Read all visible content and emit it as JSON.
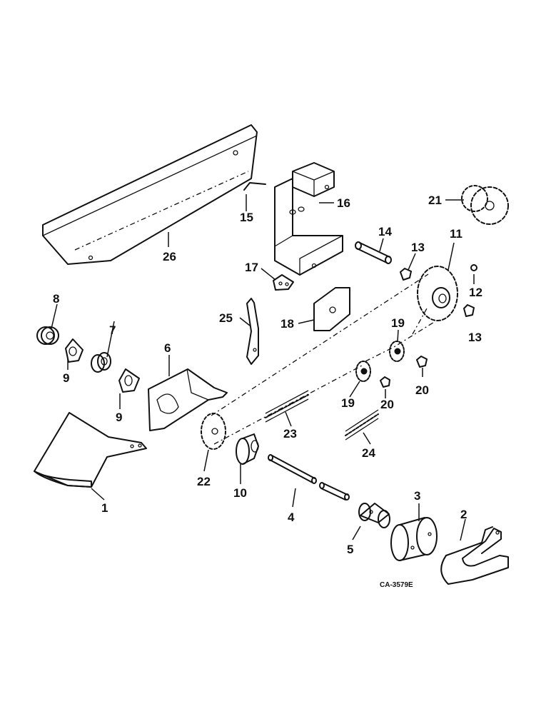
{
  "figure_id": "CA-3579E",
  "callouts": [
    "1",
    "2",
    "3",
    "4",
    "5",
    "6",
    "7",
    "8",
    "9",
    "10",
    "11",
    "12",
    "13",
    "14",
    "15",
    "16",
    "17",
    "18",
    "19",
    "20",
    "21",
    "22",
    "23",
    "24",
    "25",
    "26"
  ]
}
